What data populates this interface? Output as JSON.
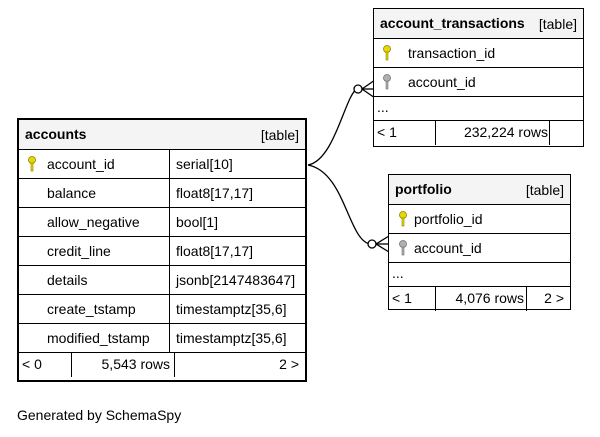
{
  "tables": {
    "accounts": {
      "name": "accounts",
      "tag": "[table]",
      "columns": [
        {
          "name": "account_id",
          "type": "serial[10]",
          "icon": "key-icon-gold"
        },
        {
          "name": "balance",
          "type": "float8[17,17]"
        },
        {
          "name": "allow_negative",
          "type": "bool[1]"
        },
        {
          "name": "credit_line",
          "type": "float8[17,17]"
        },
        {
          "name": "details",
          "type": "jsonb[2147483647]"
        },
        {
          "name": "create_tstamp",
          "type": "timestamptz[35,6]"
        },
        {
          "name": "modified_tstamp",
          "type": "timestamptz[35,6]"
        }
      ],
      "footer": {
        "parents": "< 0",
        "rows": "5,543 rows",
        "children": "2 >"
      }
    },
    "account_transactions": {
      "name": "account_transactions",
      "tag": "[table]",
      "columns": [
        {
          "name": "transaction_id",
          "icon": "key-icon-gold"
        },
        {
          "name": "account_id",
          "icon": "key-icon-gray"
        }
      ],
      "more": "...",
      "footer": {
        "parents": "< 1",
        "rows": "232,224 rows",
        "children": ""
      }
    },
    "portfolio": {
      "name": "portfolio",
      "tag": "[table]",
      "columns": [
        {
          "name": "portfolio_id",
          "icon": "key-icon-gold"
        },
        {
          "name": "account_id",
          "icon": "key-icon-gray"
        }
      ],
      "more": "...",
      "footer": {
        "parents": "< 1",
        "rows": "4,076 rows",
        "children": "2 >"
      }
    }
  },
  "colors": {
    "primary_key": "#e8d800",
    "foreign_key": "#b0b0b0",
    "header_bg": "#f4f4f4"
  },
  "generated_by": "Generated by SchemaSpy"
}
